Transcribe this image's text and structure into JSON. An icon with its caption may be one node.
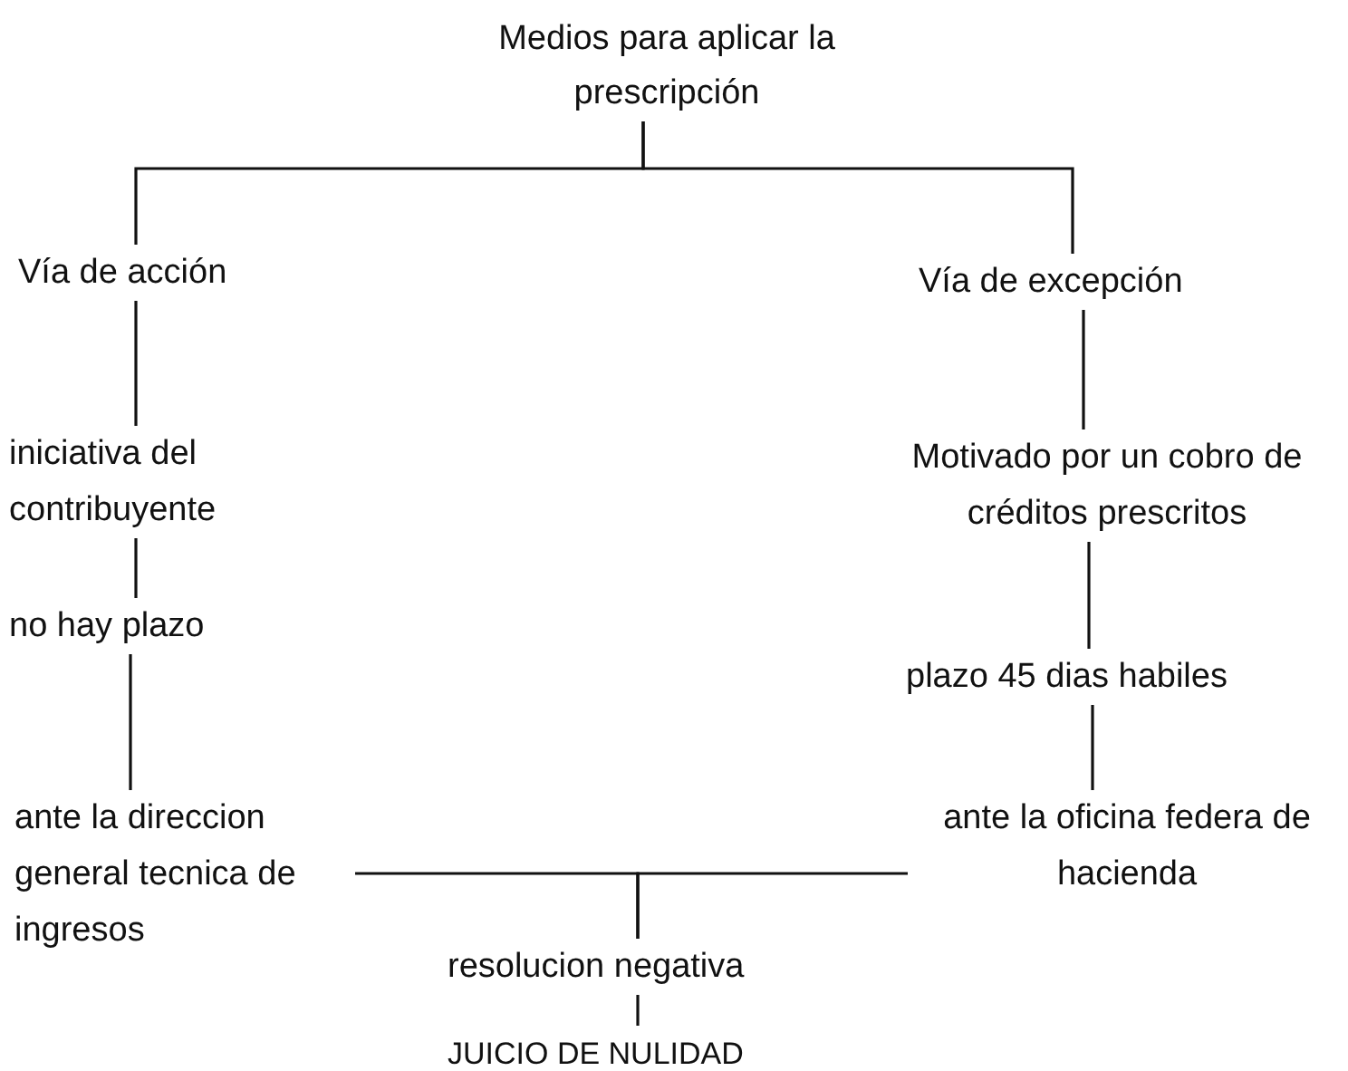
{
  "diagram": {
    "nodes": [
      {
        "text": [
          "Medios para aplicar la prescripción"
        ]
      },
      {
        "text": [
          "Vía de acción"
        ]
      },
      {
        "text": [
          "Vía de excepción"
        ]
      },
      {
        "text": [
          "iniciativa del contribuyente"
        ]
      },
      {
        "text": [
          "Motivado por un cobro de créditos prescritos"
        ]
      },
      {
        "text": [
          "no hay plazo"
        ]
      },
      {
        "text": [
          "plazo 45 dias  habiles"
        ]
      },
      {
        "text": [
          "ante la direccion general tecnica de ingresos"
        ]
      },
      {
        "text": [
          "ante la oficina federa de hacienda"
        ]
      },
      {
        "text": [
          "resolucion negativa"
        ]
      },
      {
        "text": [
          "JUICIO DE NULIDAD"
        ]
      }
    ],
    "edges": [
      {
        "from": 0,
        "to": 1,
        "arrow": "none"
      },
      {
        "from": 0,
        "to": 2,
        "arrow": "none"
      },
      {
        "from": 1,
        "to": 3,
        "arrow": "none"
      },
      {
        "from": 3,
        "to": 5,
        "arrow": "none"
      },
      {
        "from": 5,
        "to": 7,
        "arrow": "none"
      },
      {
        "from": 2,
        "to": 4,
        "arrow": "none"
      },
      {
        "from": 4,
        "to": 6,
        "arrow": "none"
      },
      {
        "from": 6,
        "to": 8,
        "arrow": "none"
      },
      {
        "from": 7,
        "to": 9,
        "arrow": "none"
      },
      {
        "from": 8,
        "to": 9,
        "arrow": "none"
      },
      {
        "from": 9,
        "to": 10,
        "arrow": "none"
      }
    ]
  }
}
